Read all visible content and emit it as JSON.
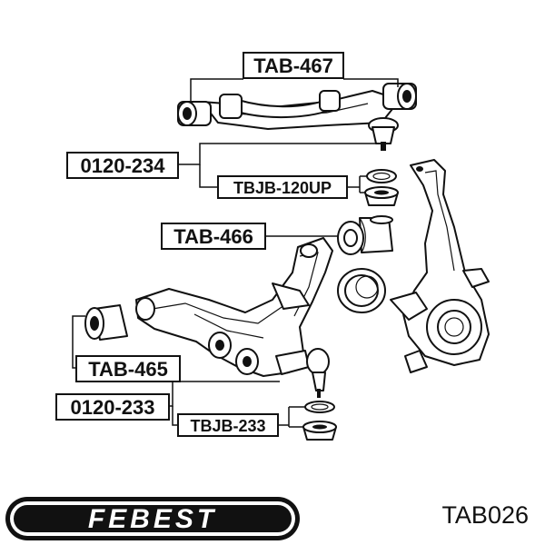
{
  "labels": {
    "tab467": "TAB-467",
    "p0120_234": "0120-234",
    "tbjb120up": "TBJB-120UP",
    "tab466": "TAB-466",
    "tab465": "TAB-465",
    "p0120_233": "0120-233",
    "tbjb233": "TBJB-233"
  },
  "brand": {
    "logo_text": "FEBEST"
  },
  "part_code": "TAB026",
  "colors": {
    "ink": "#111111",
    "background": "#ffffff"
  }
}
